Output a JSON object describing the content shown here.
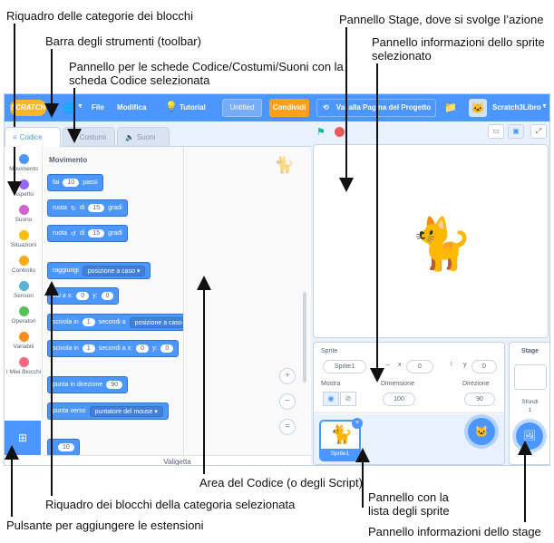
{
  "callouts": {
    "categories_pane": "Riquadro delle categorie dei blocchi",
    "toolbar": "Barra degli strumenti (toolbar)",
    "tabs_panel_line1": "Pannello per le schede Codice/Costumi/Suoni con la",
    "tabs_panel_line2": "scheda Codice selezionata",
    "stage_panel": "Pannello Stage, dove si svolge l’azione",
    "sprite_info_line1": "Pannello informazioni dello sprite",
    "sprite_info_line2": "selezionato",
    "code_area": "Area del Codice (o degli Script)",
    "blocks_pane": "Riquadro dei blocchi della categoria selezionata",
    "extensions_button": "Pulsante per aggiungere le estensioni",
    "sprite_list_line1": "Pannello con la",
    "sprite_list_line2": "lista degli sprite",
    "stage_info": "Pannello informazioni dello stage"
  },
  "menubar": {
    "logo": "SCRATCH",
    "file": "File",
    "edit": "Modifica",
    "tutorials": "Tutorial",
    "title_input": "Untitled",
    "share": "Condividi",
    "see_project": "Vai alla Pagina del Progetto",
    "username": "Scratch3Libro"
  },
  "tabs": {
    "code": "Codice",
    "costumes": "Costumi",
    "sounds": "Suoni"
  },
  "categories": [
    {
      "label": "Movimento",
      "color": "#4c97ff"
    },
    {
      "label": "Aspetto",
      "color": "#9966ff"
    },
    {
      "label": "Suono",
      "color": "#cf63cf"
    },
    {
      "label": "Situazioni",
      "color": "#ffbf00"
    },
    {
      "label": "Controllo",
      "color": "#ffab19"
    },
    {
      "label": "Sensori",
      "color": "#5cb1d6"
    },
    {
      "label": "Operatori",
      "color": "#59c059"
    },
    {
      "label": "Variabili",
      "color": "#ff8c1a"
    },
    {
      "label": "I Miei Blocchi",
      "color": "#ff6680"
    }
  ],
  "palette": {
    "title": "Movimento",
    "move": {
      "pre": "fai",
      "val": "10",
      "post": "passi"
    },
    "turn_right": {
      "pre": "ruota",
      "arrow": "↻",
      "mid": "di",
      "val": "15",
      "post": "gradi"
    },
    "turn_left": {
      "pre": "ruota",
      "arrow": "↺",
      "mid": "di",
      "val": "15",
      "post": "gradi"
    },
    "goto": {
      "pre": "raggiungi",
      "drop": "posizione a caso ▾"
    },
    "goto_xy": {
      "pre": "vai a x:",
      "x": "0",
      "mid": "y:",
      "y": "0"
    },
    "glide": {
      "pre": "scivola in",
      "val": "1",
      "mid": "secondi a",
      "drop": "posizione a caso ▾"
    },
    "glide_xy": {
      "pre": "scivola in",
      "val": "1",
      "mid": "secondi a x:",
      "x": "0",
      "mid2": "y:",
      "y": "0"
    },
    "point_dir": {
      "pre": "punta in direzione",
      "val": "90"
    },
    "point_to": {
      "pre": "punta verso",
      "drop": "puntatore del mouse ▾"
    },
    "partial": {
      "val": "10"
    }
  },
  "backpack": "Valigetta",
  "sprite_info": {
    "sprite_label": "Sprite",
    "sprite_name": "Sprite1",
    "x_label": "x",
    "x_value": "0",
    "y_label": "y",
    "y_value": "0",
    "show_label": "Mostra",
    "size_label": "Dimensione",
    "size_value": "100",
    "direction_label": "Direzione",
    "direction_value": "90"
  },
  "sprite_list": {
    "thumb_name": "Sprite1"
  },
  "stage_panel": {
    "title": "Stage",
    "backdrops_label": "Sfondi",
    "backdrops_count": "1"
  },
  "colors": {
    "menubar": "#4c97ff",
    "accent": "#4c97ff",
    "share": "#ff9f1c",
    "flag": "#0fbd8c",
    "stop": "#ec5959"
  },
  "icons": {
    "globe": "globe-icon",
    "tutorials": "lightbulb-icon",
    "see_project": "remix-icon",
    "folder": "folder-icon",
    "flag": "green-flag-icon",
    "stop": "stop-icon"
  }
}
